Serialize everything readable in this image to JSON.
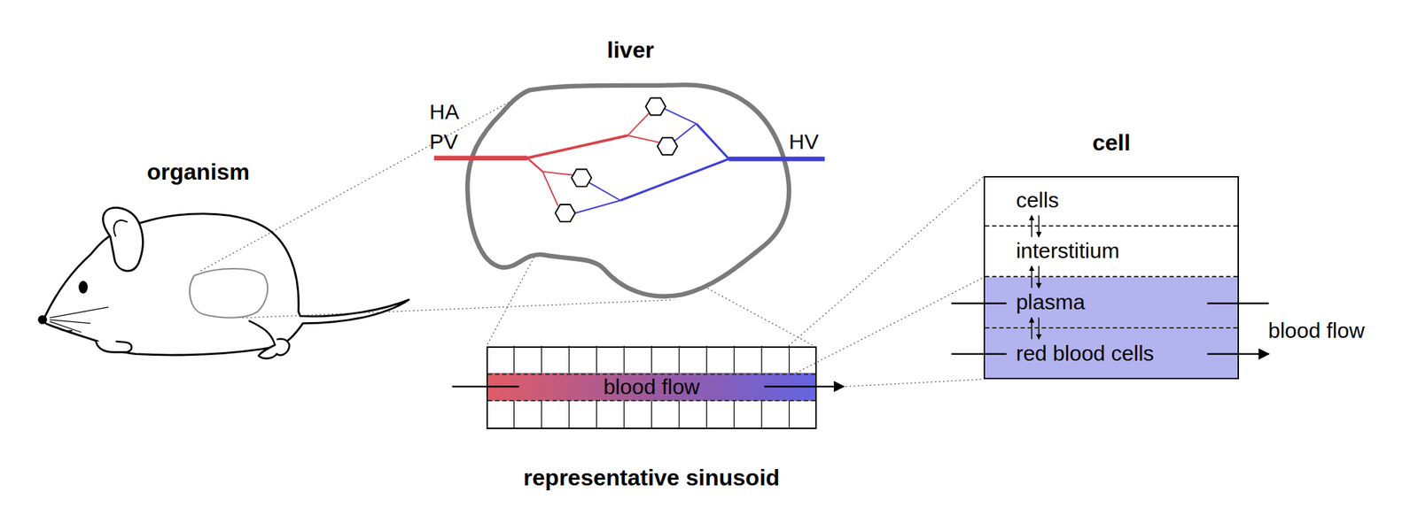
{
  "diagram": {
    "nodes": [
      {
        "text": [
          "representative sinusoid"
        ]
      },
      {
        "text": [
          "blood flow"
        ],
        "in": 0
      },
      {
        "text": [
          "cell"
        ]
      },
      {
        "text": [
          "cells"
        ],
        "in": 2
      },
      {
        "text": [
          "interstitium"
        ],
        "in": 2
      },
      {
        "text": [
          "plasma"
        ],
        "in": 2
      },
      {
        "text": [
          "red blood cells"
        ],
        "in": 2
      }
    ],
    "edges": [
      {
        "from": 3,
        "to": 4,
        "arrow": "both"
      },
      {
        "from": 4,
        "to": 5,
        "arrow": "both"
      },
      {
        "from": 5,
        "to": 6,
        "arrow": "both"
      }
    ],
    "labels": [
      "organism",
      "liver",
      "HA",
      "PV",
      "HV",
      "blood flow"
    ]
  }
}
